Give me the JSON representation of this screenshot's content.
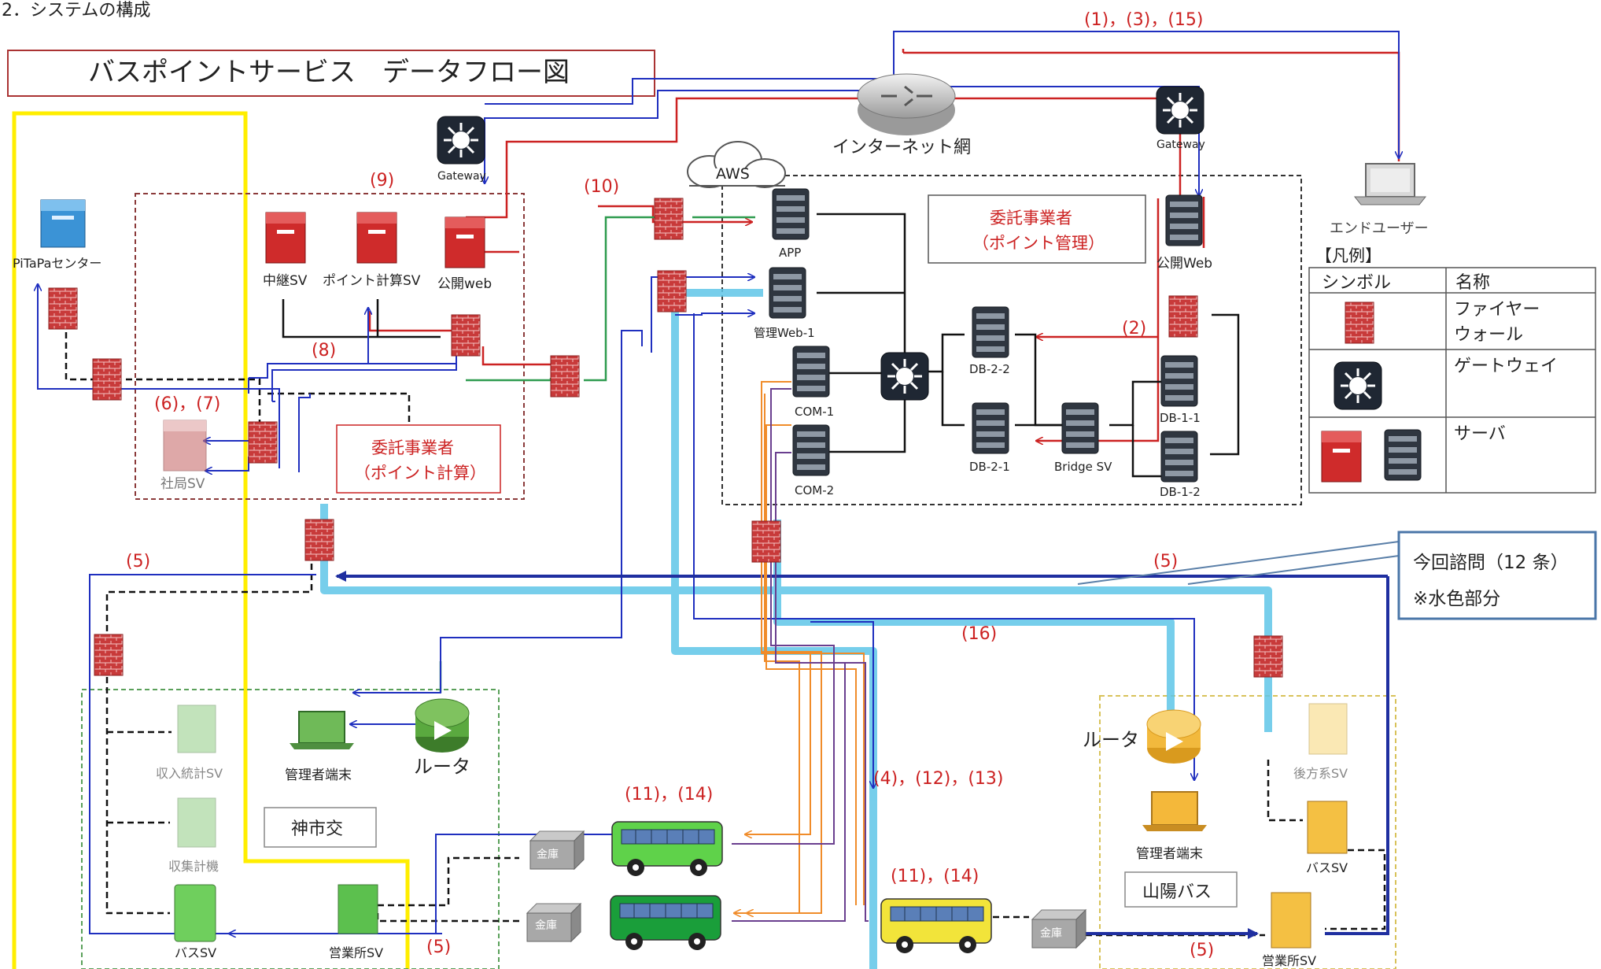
{
  "section_heading": "2．システムの構成",
  "diagram_title": "バスポイントサービス　データフロー図",
  "internet_label": "インターネット網",
  "gateway_label": "Gateway",
  "aws_label": "AWS",
  "end_user_label": "エンドユーザー",
  "pitapa_label": "PiTaPaセンター",
  "contractor_calc": {
    "line1": "委託事業者",
    "line2": "（ポイント計算）"
  },
  "contractor_mgmt": {
    "line1": "委託事業者",
    "line2": "（ポイント管理）"
  },
  "servers": {
    "relay": "中継SV",
    "point_calc": "ポイント計算SV",
    "public_web_left": "公開web",
    "public_web_right": "公開Web",
    "shakyoku": "社局SV",
    "app": "APP",
    "mgmt_web": "管理Web-1",
    "com1": "COM-1",
    "com2": "COM-2",
    "db22": "DB-2-2",
    "db21": "DB-2-1",
    "bridge": "Bridge SV",
    "db11": "DB-1-1",
    "db12": "DB-1-2",
    "income_stats": "収入統計SV",
    "collector": "収集計機",
    "bus_sv_left": "バスSV",
    "office_sv_left": "営業所SV",
    "rear_sv": "後方系SV",
    "bus_sv_right": "バスSV",
    "office_sv_right": "営業所SV"
  },
  "router_label": "ルータ",
  "admin_terminal": "管理者端末",
  "operators": {
    "kobe": "神市交",
    "sanyo": "山陽バス"
  },
  "safe_label": "金庫",
  "flow_labels": {
    "f1_3_15": "(1)，(3)，(15)",
    "f2": "(2)",
    "f4_12_13": "(4)，(12)，(13)",
    "f5": "(5)",
    "f6_7": "(6)，(7)",
    "f8": "(8)",
    "f9": "(9)",
    "f10": "(10)",
    "f11_14": "(11)，(14)",
    "f16": "(16)"
  },
  "callout": {
    "line1": "今回諮問（12 条）",
    "line2": "※水色部分"
  },
  "legend": {
    "title": "【凡例】",
    "col_symbol": "シンボル",
    "col_name": "名称",
    "firewall": "ファイヤー",
    "firewall2": "ウォール",
    "gateway": "ゲートウェイ",
    "server": "サーバ"
  },
  "colors": {
    "red_flow": "#cc2222",
    "blue_flow": "#1f2fbf",
    "green_flow": "#2e9b4f",
    "orange_flow": "#f08c2a",
    "purple_flow": "#6a3f8f",
    "highlight": "#5fc6e8",
    "yellow_boundary": "#ffee00",
    "firewall_red": "#c83a3a"
  }
}
